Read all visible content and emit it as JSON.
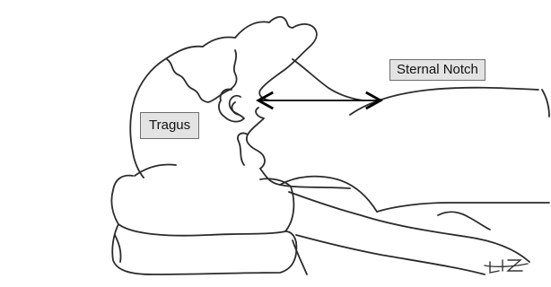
{
  "labels": {
    "sternal_notch": "Sternal Notch",
    "tragus": "Tragus"
  },
  "signature_text": "LIZ",
  "colors": {
    "line": "#2a2a2a",
    "label_fill": "#e3e3e3",
    "label_border": "#6e6e6e"
  }
}
